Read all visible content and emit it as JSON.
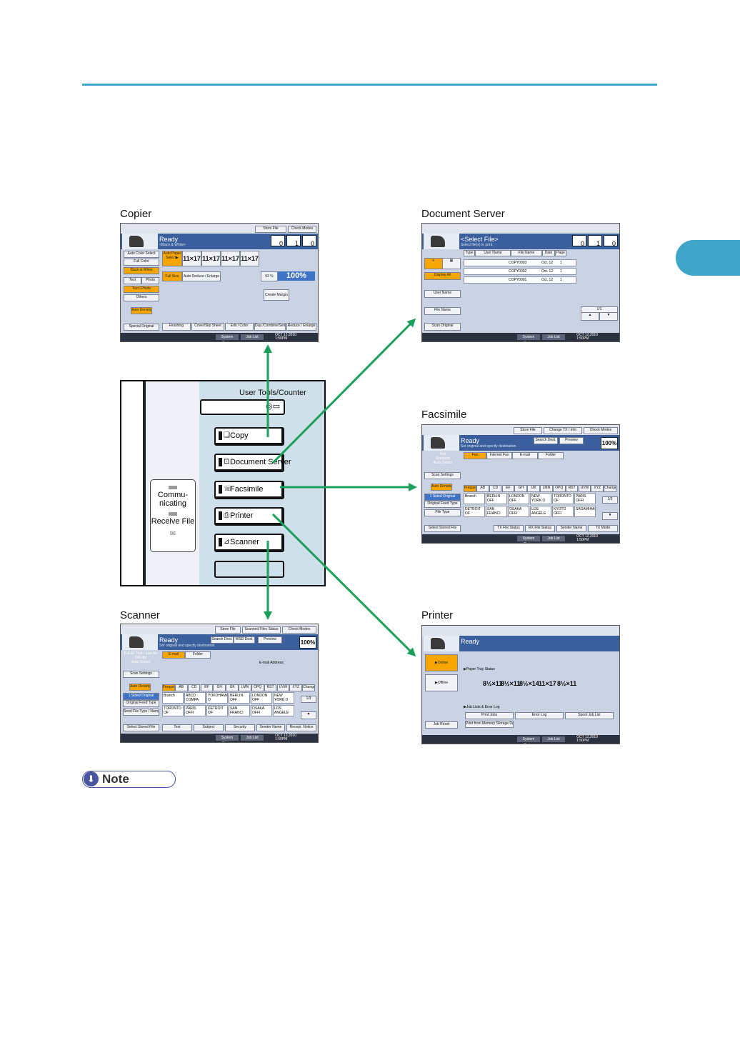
{
  "captions": {
    "copier": "Copier",
    "document_server": "Document Server",
    "facsimile": "Facsimile",
    "scanner": "Scanner",
    "printer": "Printer"
  },
  "note_label": "Note",
  "control_panel": {
    "header": "User Tools/Counter",
    "keys": [
      "Copy",
      "Document Server",
      "Facsimile",
      "Printer",
      "Scanner"
    ],
    "communicating": "Commu-\nnicating",
    "receive_file": "Receive File"
  },
  "copier": {
    "top_buttons": [
      "Store File",
      "Check Modes"
    ],
    "status": "Ready",
    "sub": "<Black & White>",
    "counters": [
      "0",
      "1",
      "0"
    ],
    "left_buttons": [
      "Auto Color Select",
      "Full Color",
      "Black & White",
      "Text",
      "Photo",
      "Text / Photo",
      "Others",
      "Auto Density",
      "Special Original"
    ],
    "paper": [
      "11×17",
      "11×17",
      "11×17",
      "11×17"
    ],
    "auto_paper": "Auto Paper Select▶",
    "zoom": [
      "Full Size",
      "Auto Reduce / Enlarge",
      "93 %"
    ],
    "zoom_pct": "100%",
    "bottom_buttons": [
      "Finishing",
      "Cover/Slip Sheet",
      "Edit / Color",
      "Dup./Combine/Series",
      "Reduce / Enlarge"
    ],
    "create_margin": "Create Margin"
  },
  "document_server": {
    "status": "<Select File>",
    "sub": "Select file(s) to print.",
    "counters": [
      "0",
      "1",
      "0"
    ],
    "columns": [
      "Type",
      "User Name",
      "File Name",
      "Date",
      "Page"
    ],
    "rows": [
      {
        "file": "COPY0003",
        "date": "Oct. 12",
        "page": "1"
      },
      {
        "file": "COPY0002",
        "date": "Oct. 12",
        "page": "1"
      },
      {
        "file": "COPY0001",
        "date": "Oct. 12",
        "page": "1"
      }
    ],
    "left_buttons": [
      "Display All",
      "User Name",
      "File Name",
      "Scan Original"
    ],
    "page_indicator": "1/1"
  },
  "facsimile": {
    "top_buttons": [
      "Store File",
      "Change TX / Info",
      "Check Modes"
    ],
    "status": "Ready",
    "sub": "Set original and specify destination.",
    "buttons": [
      "Search Dest.",
      "Preview"
    ],
    "memory_pct": "100%",
    "tabs": [
      "Fax",
      "Internet Fax",
      "E-mail",
      "Folder"
    ],
    "left_info": [
      "Text",
      "Standard",
      "Auto Detect"
    ],
    "left_buttons": [
      "Scan Settings",
      "Auto Density",
      "1 Sided Original",
      "Original Feed Type",
      "File Type",
      "Select Stored File"
    ],
    "letter_tabs": [
      "Frequent",
      "AB",
      "CD",
      "EF",
      "GH",
      "IJK",
      "LMN",
      "OPQ",
      "RST",
      "UVW",
      "XYZ",
      "Change Title"
    ],
    "dests_row1": [
      "Branch",
      "BERLIN OFF",
      "LONDON OFF",
      "NEW YORK O",
      "TORONTO OF",
      "PARIS OFFI"
    ],
    "dests_row2": [
      "DETROIT OF",
      "SAN FRANCI",
      "OSAKA OFFI",
      "LOS ANGELE",
      "KYOTO OFFI",
      "SAGAMIHARA"
    ],
    "bottom_buttons": [
      "TX File Status",
      "RX File Status",
      "Sender Name",
      "TX Mode"
    ],
    "page_indicator": "1/3"
  },
  "scanner": {
    "top_buttons": [
      "Store File",
      "Scanned Files Status",
      "Check Modes"
    ],
    "status": "Ready",
    "sub": "Set original and specify destination.",
    "buttons": [
      "Search Dest.",
      "WSD Dest.",
      "Preview"
    ],
    "memory_pct": "100%",
    "tabs": [
      "E-mail",
      "Folder"
    ],
    "left_info": [
      "B & W: Text / Line Art",
      "200 dpi",
      "Auto Detect"
    ],
    "left_buttons": [
      "Scan Settings",
      "Auto Density",
      "1 Sided Original",
      "Original Feed Type",
      "Send File Type / Name",
      "Select Stored File"
    ],
    "letter_tabs": [
      "Frequent",
      "AB",
      "CD",
      "EF",
      "GH",
      "IJK",
      "LMN",
      "OPQ",
      "RST",
      "UVW",
      "XYZ",
      "Change Title"
    ],
    "dests_row1": [
      "Branch",
      "ABCD COMPA",
      "YOKOHAMA O",
      "BERLIN OFF",
      "LONDON OFF",
      "NEW YORK O"
    ],
    "dests_row2": [
      "TORONTO OF",
      "PARIS OFFI",
      "DETROIT OF",
      "SAN FRANCI",
      "OSAKA OFFI",
      "LOS ANGELE"
    ],
    "bottom_buttons": [
      "Text",
      "Subject",
      "Security",
      "Sender Name",
      "Recept. Notice"
    ],
    "email_address": "E-mail Address:",
    "page_indicator": "1/3"
  },
  "printer": {
    "status": "Ready",
    "left_buttons": [
      "Online",
      "Offline",
      "Job Reset"
    ],
    "tray_status": "▶Paper Tray Status",
    "trays": [
      "8½×11",
      "8½×11",
      "8½×14",
      "11×17",
      "8½×11"
    ],
    "job_lists": "▶Job Lists & Error Log",
    "job_buttons": [
      "Print Jobs",
      "Error Log",
      "Spool Job List"
    ],
    "memory_btn": "Print from Memory Storage Device"
  },
  "common": {
    "system_status": "System Status",
    "job_list": "Job List",
    "date": "OCT 12,2010",
    "time": "1:50PM"
  },
  "colors": {
    "accent": "#3fa6c9",
    "arrow": "#1aa05a",
    "panel_header": "#3a5f9c",
    "highlight": "#f7a600"
  }
}
